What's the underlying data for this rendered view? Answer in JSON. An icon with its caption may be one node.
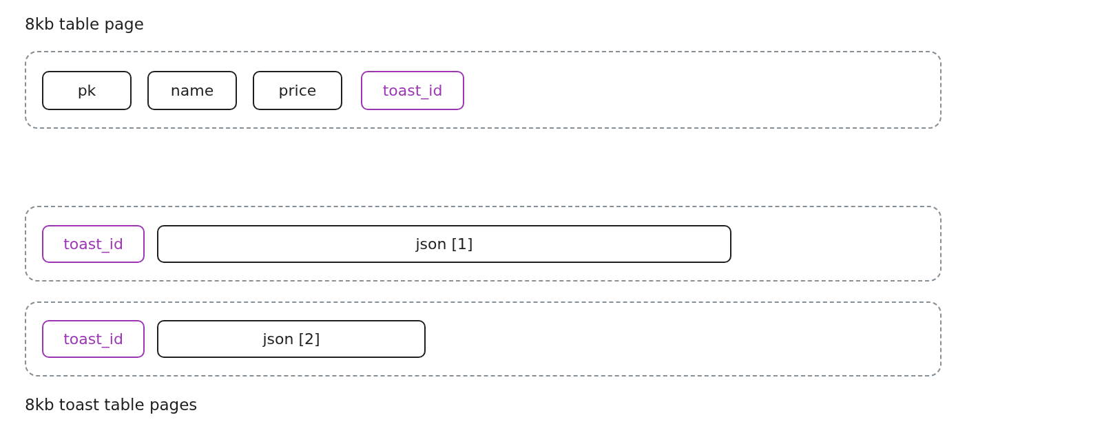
{
  "diagram": {
    "nodes": [
      {
        "text": [],
        "shape": "box"
      },
      {
        "text": [
          "pk"
        ],
        "in": 0
      },
      {
        "text": [
          "name"
        ],
        "in": 0
      },
      {
        "text": [
          "price"
        ],
        "in": 0
      },
      {
        "text": [
          "toast_id"
        ],
        "in": 0
      },
      {
        "text": [],
        "shape": "box"
      },
      {
        "text": [
          "toast_id"
        ],
        "in": 5
      },
      {
        "text": [
          "json [1]"
        ],
        "in": 5
      },
      {
        "text": [],
        "shape": "box"
      },
      {
        "text": [
          "toast_id"
        ],
        "in": 8
      },
      {
        "text": [
          "json [2]"
        ],
        "in": 8
      }
    ],
    "labels": [
      "8kb table page",
      "8kb toast table pages"
    ]
  }
}
